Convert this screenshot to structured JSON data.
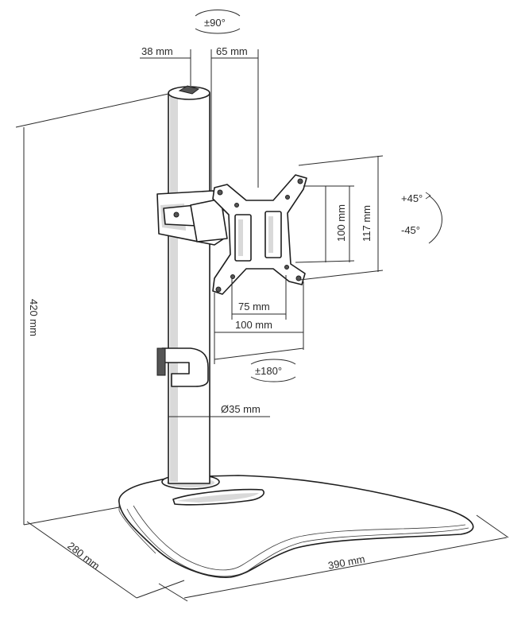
{
  "labels": {
    "rotation_top": "±90°",
    "width_38": "38 mm",
    "width_65": "65 mm",
    "tilt_plus": "+45°",
    "tilt_minus": "-45°",
    "vesa_h100": "100 mm",
    "vesa_h117": "117 mm",
    "height_420": "420 mm",
    "vesa_w75": "75 mm",
    "vesa_w100": "100 mm",
    "rotation_bottom": "±180°",
    "pole_diameter": "Ø35 mm",
    "depth_280": "280 mm",
    "width_390": "390 mm"
  }
}
